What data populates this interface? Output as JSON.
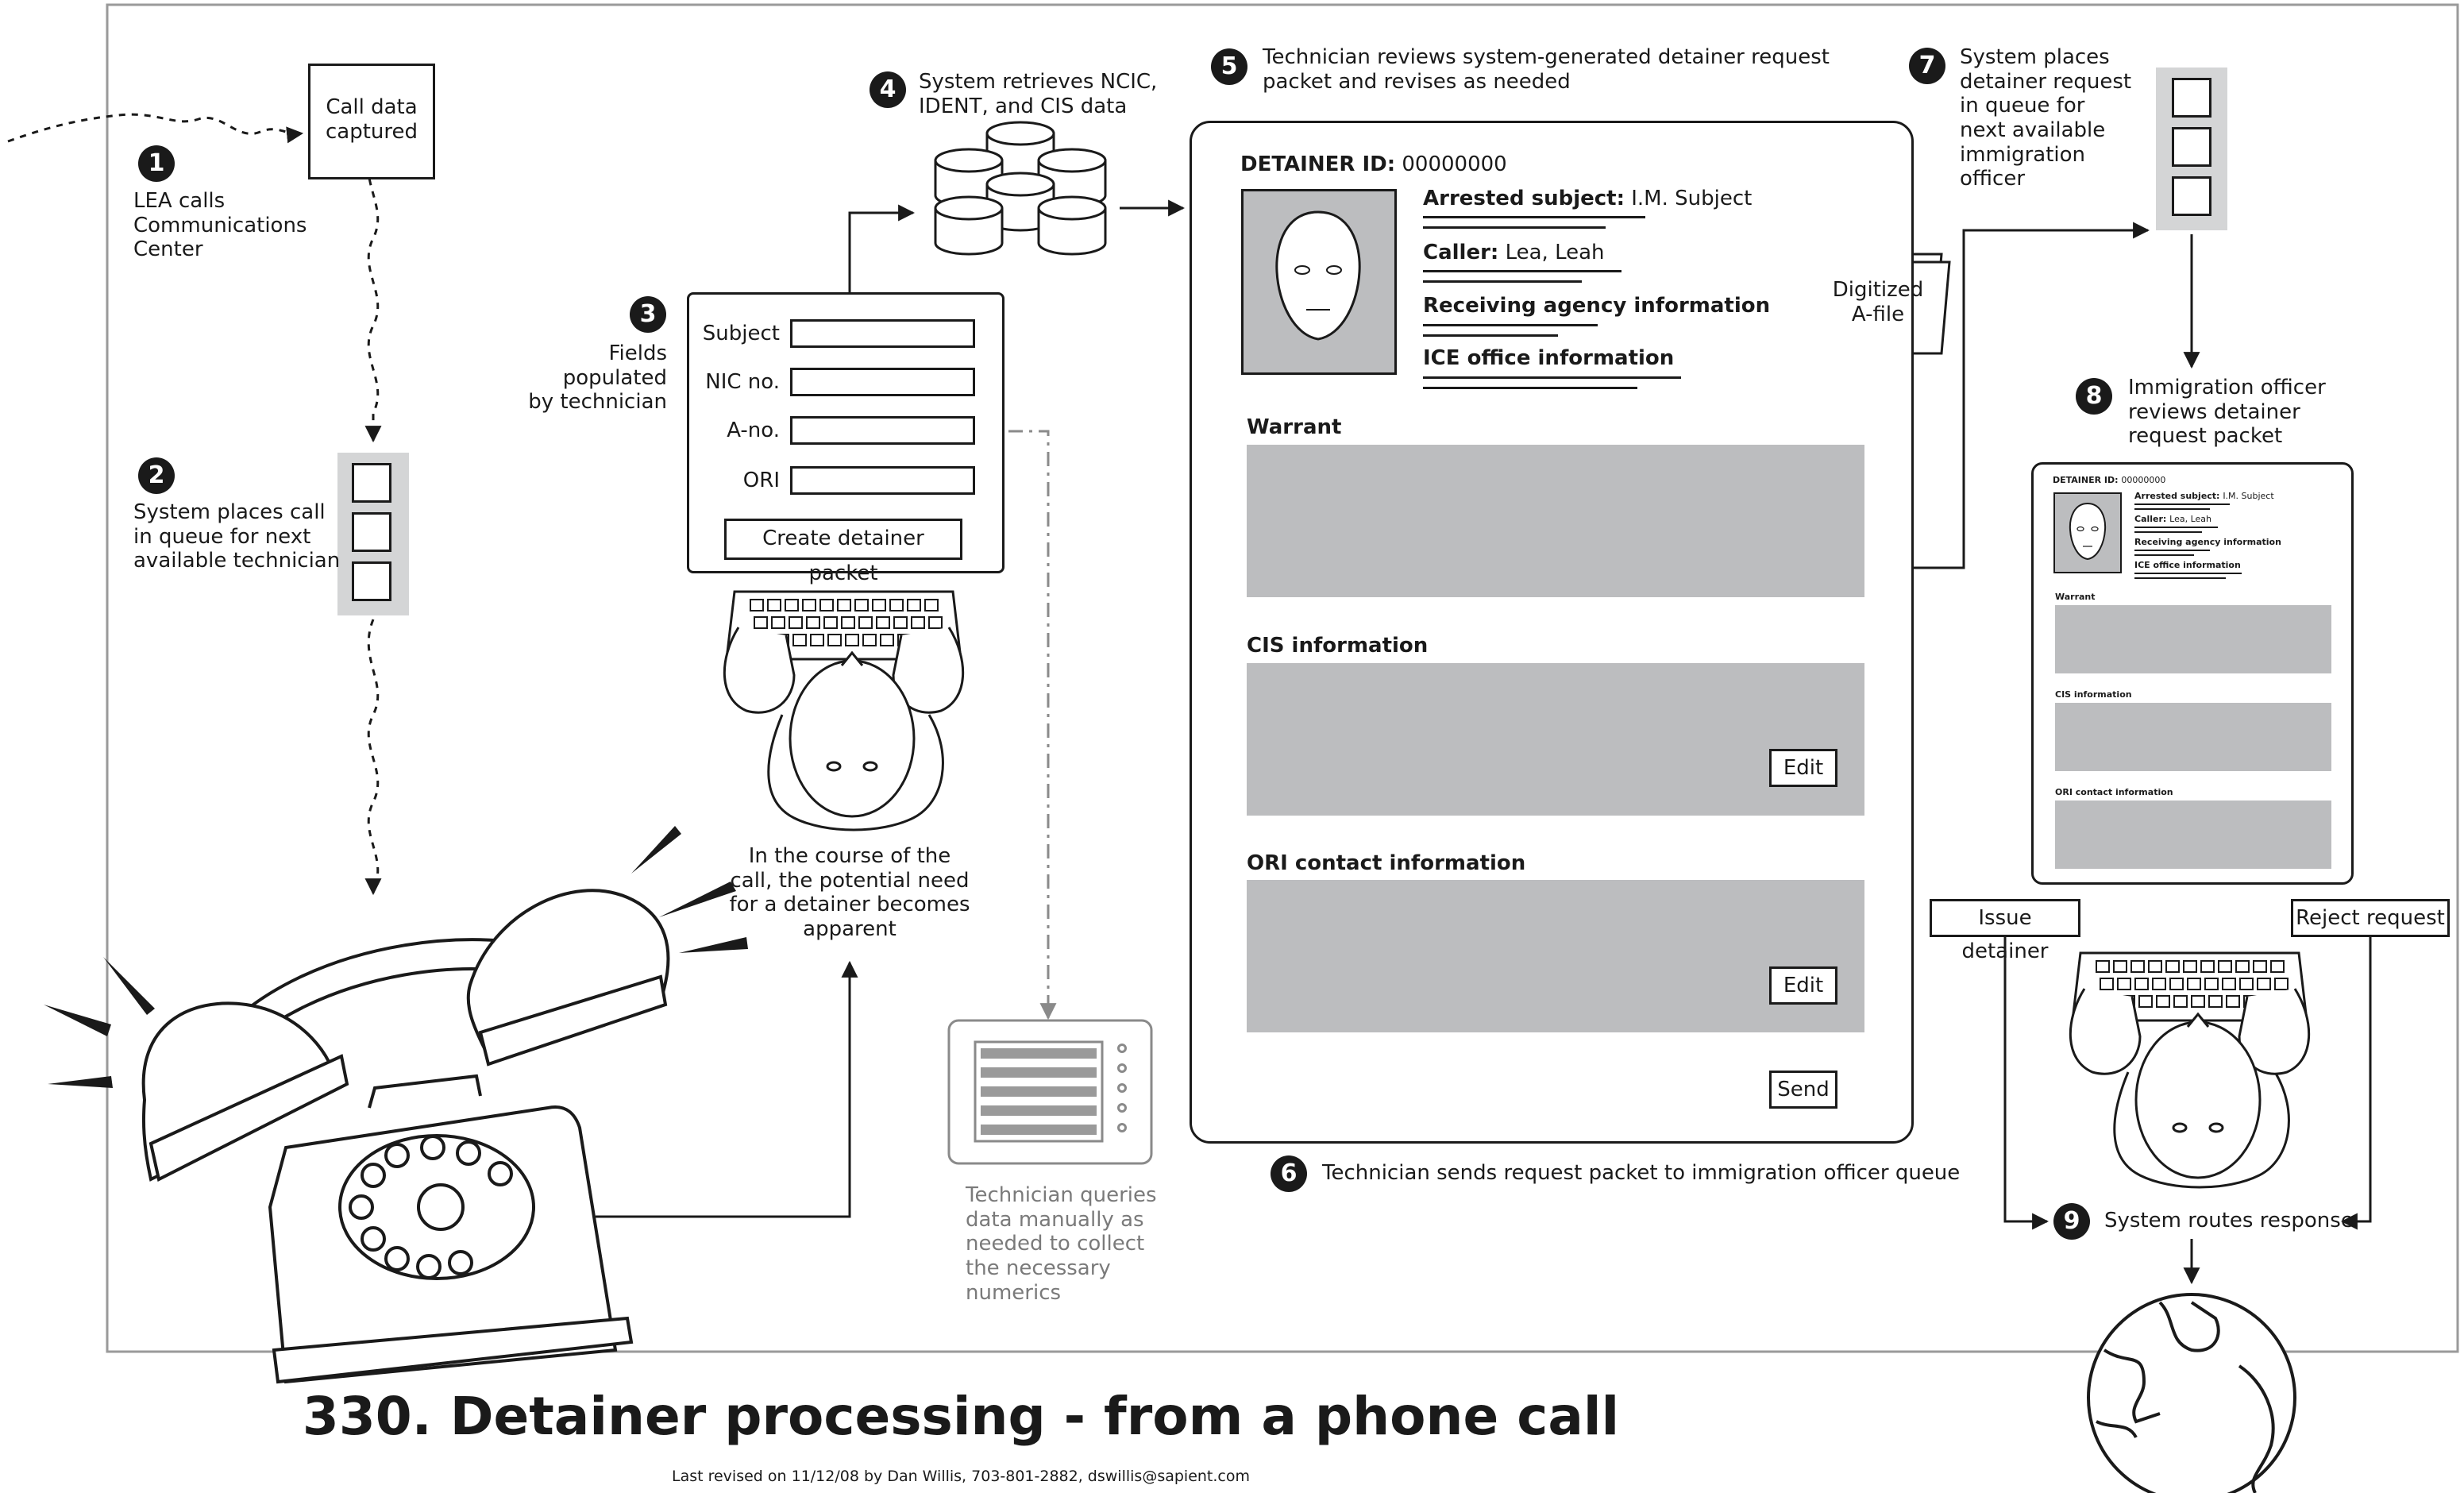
{
  "title": "330. Detainer processing - from a phone call",
  "footer": "Last revised on 11/12/08 by Dan Willis, 703-801-2882, dswillis@sapient.com",
  "call_data": "Call data\ncaptured",
  "steps": {
    "s1": {
      "num": "1",
      "text": "LEA calls\nCommunications\nCenter"
    },
    "s2": {
      "num": "2",
      "text": "System places call\nin queue for next\navailable technician"
    },
    "s3": {
      "num": "3",
      "text": "Fields\npopulated\nby technician"
    },
    "s4": {
      "num": "4",
      "text": "System retrieves NCIC,\nIDENT, and CIS data"
    },
    "s5": {
      "num": "5",
      "text": "Technician reviews system-generated detainer request\npacket and revises as needed"
    },
    "s6": {
      "num": "6",
      "text": "Technician sends request packet to immigration officer queue"
    },
    "s7": {
      "num": "7",
      "text": "System places\ndetainer request\nin queue for\nnext available\nimmigration\nofficer"
    },
    "s8": {
      "num": "8",
      "text": "Immigration officer\nreviews detainer\nrequest packet"
    },
    "s9": {
      "num": "9",
      "text": "System routes response"
    }
  },
  "form": {
    "subject": "Subject",
    "nic": "NIC no.",
    "ano": "A-no.",
    "ori": "ORI",
    "create_button": "Create detainer packet"
  },
  "call_note": "In the course of the\ncall, the potential need\nfor a detainer becomes\napparent",
  "manual_note": "Technician queries\ndata manually as\nneeded to collect\nthe necessary\nnumerics",
  "packet": {
    "id_label": "DETAINER ID:",
    "id_value": "00000000",
    "arrested_label": "Arrested subject:",
    "arrested_value": "I.M. Subject",
    "caller_label": "Caller:",
    "caller_value": "Lea, Leah",
    "receiving": "Receiving agency information",
    "ice": "ICE office information",
    "warrant": "Warrant",
    "cis": "CIS information",
    "ori_contact": "ORI contact information",
    "edit": "Edit",
    "send": "Send"
  },
  "afile": "Digitized\nA-file",
  "issue_button": "Issue detainer",
  "reject_button": "Reject request"
}
